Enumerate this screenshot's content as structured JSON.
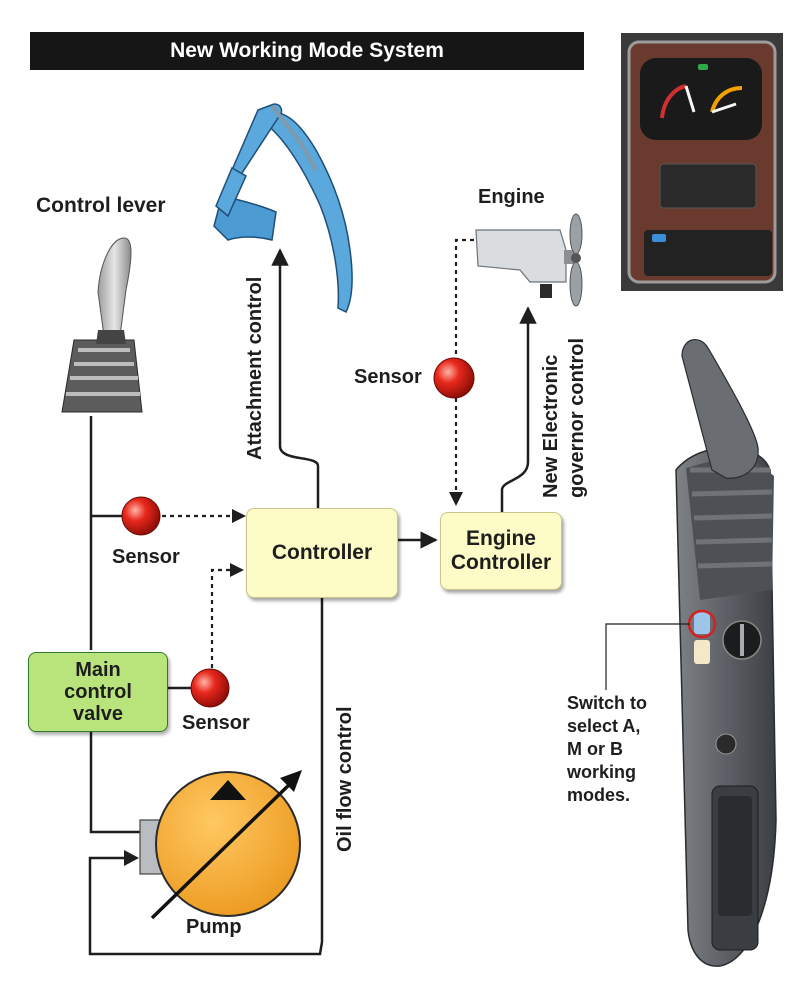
{
  "title": "New Working Mode System",
  "labels": {
    "control_lever": "Control lever",
    "engine": "Engine",
    "sensor_top": "Sensor",
    "sensor_left": "Sensor",
    "sensor_bottom": "Sensor",
    "pump": "Pump",
    "attachment_control": "Attachment control",
    "oil_flow_control": "Oil flow control",
    "governor_line1": "New Electronic",
    "governor_line2": "governor control"
  },
  "boxes": {
    "controller": "Controller",
    "engine_controller_line1": "Engine",
    "engine_controller_line2": "Controller",
    "valve_line1": "Main",
    "valve_line2": "control",
    "valve_line3": "valve"
  },
  "caption": [
    "Switch to",
    "select A,",
    "M or B",
    "working",
    "modes."
  ],
  "colors": {
    "title_bar": "#161616",
    "controller_fill": "#fdfbc6",
    "valve_fill": "#b9e47c",
    "sensor_red": "#e02418",
    "pump_orange": "#f4a62a",
    "excavator_blue": "#5aa8dc"
  }
}
